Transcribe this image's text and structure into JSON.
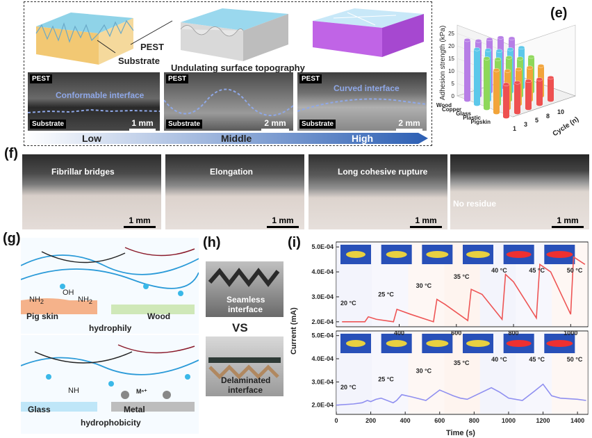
{
  "panel_d": {
    "label_pest": "PEST",
    "label_substrate": "Substrate",
    "title": "Undulating surface topography",
    "sem_tags": [
      "PEST",
      "PEST",
      "PEST"
    ],
    "sem_bottom_tags": [
      "Substrate",
      "Substrate",
      "Substrate"
    ],
    "sem_annotations": [
      "Conformable interface",
      "Curved interface"
    ],
    "scale_bars": [
      "1 mm",
      "2 mm",
      "2 mm"
    ],
    "arrow_labels": [
      "Low",
      "Middle",
      "High"
    ]
  },
  "panel_e": {
    "label": "(e)",
    "chart_data": {
      "type": "bar3d",
      "zlabel": "Adhesion strength (kPa)",
      "ylabel": "Cycle (n)",
      "z_ticks": [
        "0",
        "5",
        "10",
        "15",
        "20",
        "25"
      ],
      "materials": [
        "Wood",
        "Copper",
        "Glass",
        "Plastic",
        "Pigskin"
      ],
      "cycles": [
        "1",
        "3",
        "5",
        "8",
        "10"
      ],
      "colors": [
        "#b77ee6",
        "#5cc8ea",
        "#8ed85a",
        "#f2a43a",
        "#ee5050"
      ],
      "values": [
        [
          24,
          22,
          21,
          20,
          18
        ],
        [
          22,
          20,
          18,
          17,
          16
        ],
        [
          20,
          18,
          17,
          15,
          14
        ],
        [
          17,
          15,
          14,
          13,
          12
        ],
        [
          13,
          12,
          11,
          10,
          9
        ]
      ]
    }
  },
  "panel_f": {
    "label": "(f)",
    "captions": [
      "Fibrillar bridges",
      "Elongation",
      "Long cohesive rupture",
      "No residue"
    ],
    "scale_bars": [
      "1 mm",
      "1 mm",
      "1 mm",
      "1 mm"
    ]
  },
  "panel_g": {
    "label": "(g)",
    "top_labels": {
      "pig": "Pig skin",
      "wood": "Wood",
      "hydro": "hydrophily"
    },
    "bottom_labels": {
      "glass": "Glass",
      "metal": "Metal",
      "hydro": "hydrophobicity"
    },
    "chem": {
      "nh2a": "NH",
      "nh2b": "NH",
      "sub2": "2",
      "oh": "OH",
      "nh3": "NH",
      "mn": "Mⁿ⁺"
    }
  },
  "panel_h": {
    "label": "(h)",
    "top_caption": [
      "Seamless",
      "interface"
    ],
    "vs": "VS",
    "bottom_caption": [
      "Delaminated",
      "interface"
    ]
  },
  "panel_i": {
    "label": "(i)",
    "chart_data": {
      "type": "line",
      "ylabel": "Current (mA)",
      "xlabel": "Time (s)",
      "top": {
        "yticks": [
          "5.0E-04",
          "4.0E-04",
          "3.0E-04",
          "2.0E-04"
        ],
        "xticks": [
          "400",
          "600",
          "800",
          "1000"
        ],
        "temps": [
          "20 °C",
          "25 °C",
          "30 °C",
          "35 °C",
          "40 °C",
          "45 °C",
          "50 °C"
        ],
        "x": [
          200,
          280,
          292,
          320,
          380,
          392,
          440,
          520,
          532,
          560,
          640,
          652,
          690,
          760,
          772,
          800,
          880,
          892,
          930,
          1000,
          1010,
          1050
        ],
        "y": [
          2.0,
          2.0,
          2.2,
          2.1,
          2.0,
          2.5,
          2.3,
          2.0,
          2.9,
          2.7,
          2.05,
          3.3,
          3.1,
          2.1,
          3.9,
          3.6,
          2.15,
          4.3,
          4.0,
          2.3,
          4.6,
          4.3
        ]
      },
      "bottom": {
        "yticks": [
          "5.0E-04",
          "4.0E-04",
          "3.0E-04",
          "2.0E-04"
        ],
        "xticks": [
          "0",
          "200",
          "400",
          "600",
          "800",
          "1000",
          "1200",
          "1400"
        ],
        "temps": [
          "20 °C",
          "25 °C",
          "30 °C",
          "35 °C",
          "40 °C",
          "45 °C",
          "50 °C"
        ],
        "x": [
          0,
          100,
          150,
          180,
          200,
          230,
          260,
          330,
          350,
          380,
          440,
          520,
          600,
          680,
          720,
          760,
          900,
          950,
          1000,
          1080,
          1150,
          1200,
          1250,
          1300,
          1400,
          1450
        ],
        "y": [
          2.0,
          2.05,
          2.1,
          2.2,
          2.15,
          2.25,
          2.3,
          2.1,
          2.2,
          2.45,
          2.35,
          2.2,
          2.65,
          2.4,
          2.3,
          2.25,
          2.75,
          2.55,
          2.3,
          2.2,
          2.6,
          2.9,
          2.4,
          2.3,
          2.25,
          2.2
        ]
      }
    }
  }
}
